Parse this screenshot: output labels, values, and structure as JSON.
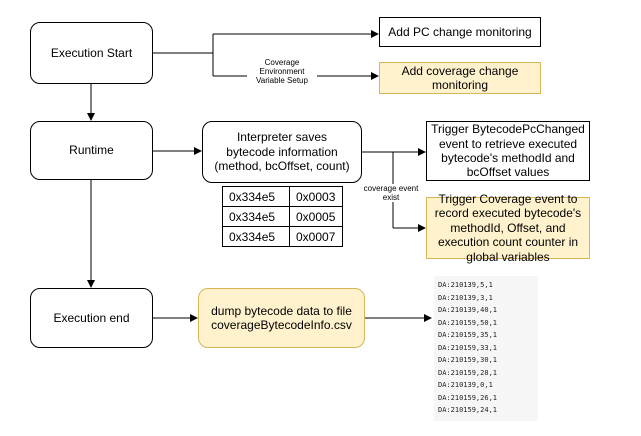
{
  "colors": {
    "stroke": "#000000",
    "note_fill": "#fff2cc",
    "note_border": "#d6b656",
    "csv_background": "#f6f6f6"
  },
  "nodes": {
    "execution_start": "Execution Start",
    "runtime": "Runtime",
    "execution_end": "Execution end",
    "add_pc_monitoring": "Add PC change monitoring",
    "add_coverage_monitoring": "Add coverage change monitoring",
    "interpreter_saves": "Interpreter saves bytecode information (method, bcOffset, count)",
    "trigger_pc_changed": "Trigger BytecodePcChanged event to retrieve executed bytecode's methodId and bcOffset values",
    "trigger_coverage": "Trigger Coverage event to record executed bytecode's methodId, Offset, and execution count counter in global variables",
    "dump_bytecode": "dump bytecode data to file coverageBytecodeInfo.csv"
  },
  "edge_labels": {
    "coverage_setup": "Coverage Environment Variable Setup",
    "coverage_event_exist": "coverage event exist"
  },
  "bytecode_table": [
    [
      "0x334e5",
      "0x0003"
    ],
    [
      "0x334e5",
      "0x0005"
    ],
    [
      "0x334e5",
      "0x0007"
    ]
  ],
  "csv_lines": [
    "DA:210139,5,1",
    "DA:210139,3,1",
    "DA:210139,40,1",
    "DA:210159,50,1",
    "DA:210159,35,1",
    "DA:210159,33,1",
    "DA:210159,30,1",
    "DA:210159,28,1",
    "DA:210139,0,1",
    "DA:210159,26,1",
    "DA:210159,24,1"
  ]
}
